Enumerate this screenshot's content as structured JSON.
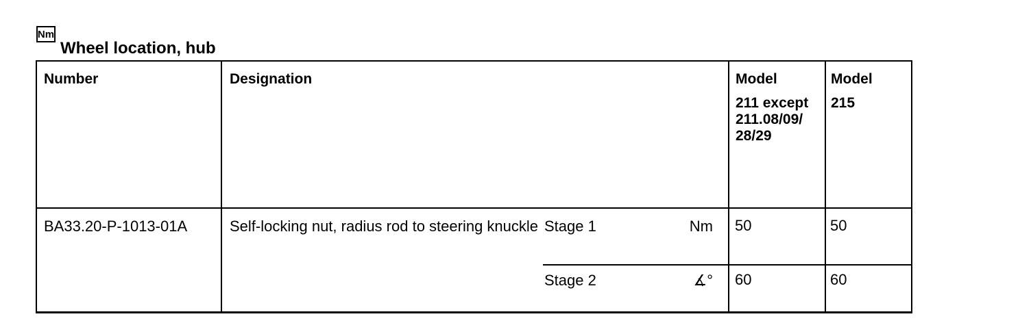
{
  "title": {
    "icon_label": "Nm",
    "text": "Wheel location, hub"
  },
  "colors": {
    "text": "#000000",
    "background": "#ffffff",
    "border": "#000000"
  },
  "table": {
    "headers": {
      "number": "Number",
      "designation": "Designation",
      "model_a_label": "Model",
      "model_a_lines": [
        "211 except",
        "211.08/09/",
        "28/29"
      ],
      "model_b_label": "Model",
      "model_b_value": "215"
    },
    "row": {
      "number": "BA33.20-P-1013-01A",
      "designation": "Self-locking nut, radius rod to steering knuckle",
      "stages": [
        {
          "label": "Stage 1",
          "unit": "Nm",
          "model_a": "50",
          "model_b": "50"
        },
        {
          "label": "Stage 2",
          "unit": "∡°",
          "model_a": "60",
          "model_b": "60"
        }
      ]
    }
  }
}
